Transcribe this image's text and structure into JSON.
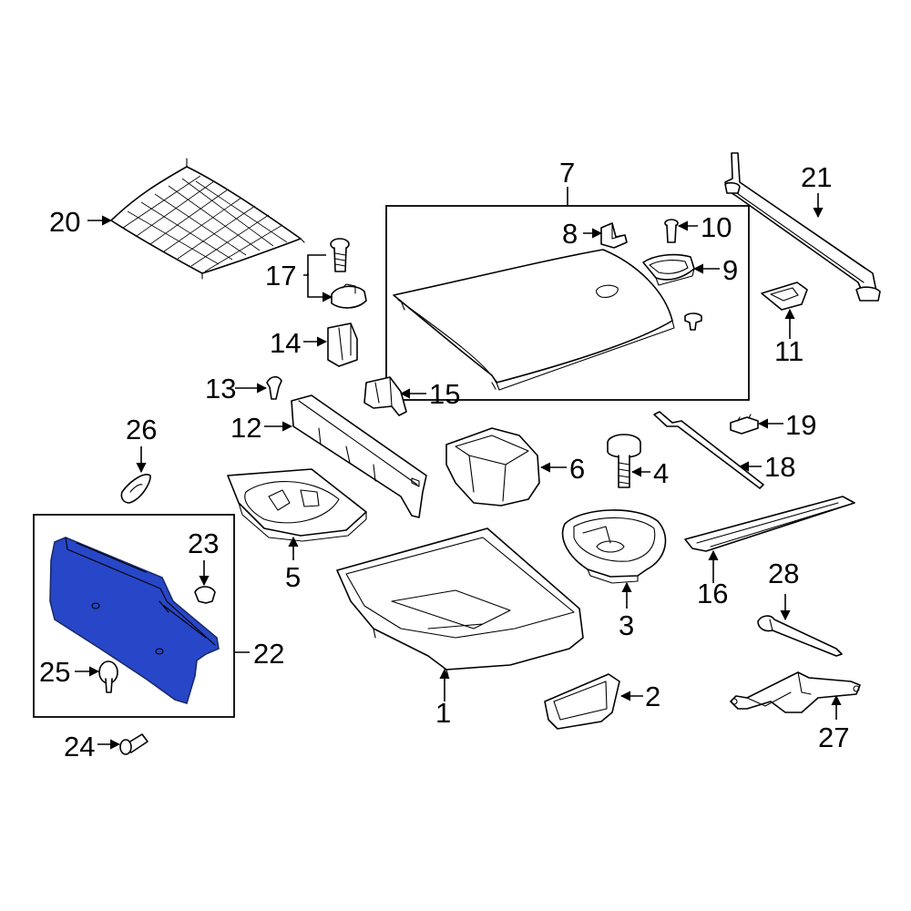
{
  "highlight_color": "#2747c8",
  "callouts": {
    "c1": "1",
    "c2": "2",
    "c3": "3",
    "c4": "4",
    "c5": "5",
    "c6": "6",
    "c7": "7",
    "c8": "8",
    "c9": "9",
    "c10": "10",
    "c11": "11",
    "c12": "12",
    "c13": "13",
    "c14": "14",
    "c15": "15",
    "c16": "16",
    "c17": "17",
    "c18": "18",
    "c19": "19",
    "c20": "20",
    "c21": "21",
    "c22": "22",
    "c23": "23",
    "c24": "24",
    "c25": "25",
    "c26": "26",
    "c27": "27",
    "c28": "28"
  }
}
